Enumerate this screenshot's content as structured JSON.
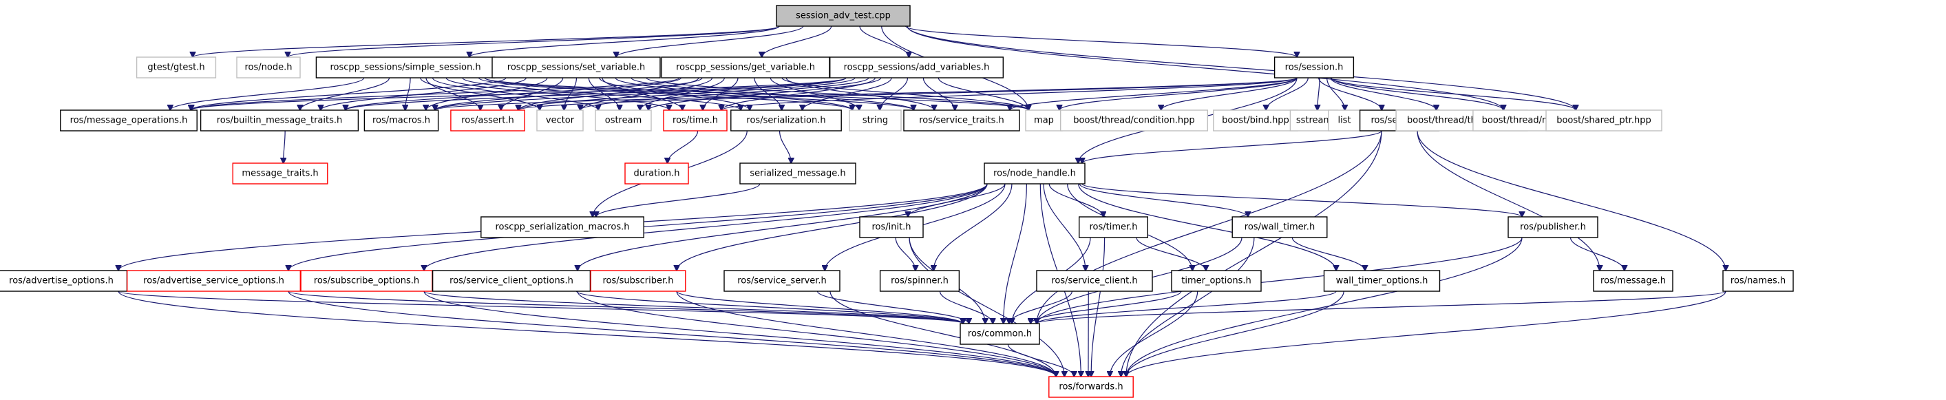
{
  "diagram": {
    "title": "session_adv_test.cpp",
    "type": "include-dependency-graph",
    "colors": {
      "edge": "#191970",
      "root_fill": "#bfbfbf",
      "documented_border": "#000000",
      "undocumented_border": "#ff0000",
      "external_border": "#bfbfbf"
    },
    "nodes": [
      {
        "id": "root",
        "label": "session_adv_test.cpp",
        "kind": "root"
      },
      {
        "id": "gtest",
        "label": "gtest/gtest.h",
        "kind": "external"
      },
      {
        "id": "rosnode",
        "label": "ros/node.h",
        "kind": "external"
      },
      {
        "id": "simple_session",
        "label": "roscpp_sessions/simple_session.h",
        "kind": "documented"
      },
      {
        "id": "set_variable",
        "label": "roscpp_sessions/set_variable.h",
        "kind": "documented"
      },
      {
        "id": "get_variable",
        "label": "roscpp_sessions/get_variable.h",
        "kind": "documented"
      },
      {
        "id": "add_variables",
        "label": "roscpp_sessions/add_variables.h",
        "kind": "documented"
      },
      {
        "id": "session",
        "label": "ros/session.h",
        "kind": "documented"
      },
      {
        "id": "message_operations",
        "label": "ros/message_operations.h",
        "kind": "documented"
      },
      {
        "id": "builtin_message_traits",
        "label": "ros/builtin_message_traits.h",
        "kind": "documented"
      },
      {
        "id": "macros",
        "label": "ros/macros.h",
        "kind": "documented"
      },
      {
        "id": "assert",
        "label": "ros/assert.h",
        "kind": "undocumented"
      },
      {
        "id": "vector",
        "label": "vector",
        "kind": "external"
      },
      {
        "id": "ostream",
        "label": "ostream",
        "kind": "external"
      },
      {
        "id": "time",
        "label": "ros/time.h",
        "kind": "undocumented"
      },
      {
        "id": "serialization",
        "label": "ros/serialization.h",
        "kind": "documented"
      },
      {
        "id": "string",
        "label": "string",
        "kind": "external"
      },
      {
        "id": "service_traits",
        "label": "ros/service_traits.h",
        "kind": "documented"
      },
      {
        "id": "map",
        "label": "map",
        "kind": "external"
      },
      {
        "id": "condition",
        "label": "boost/thread/condition.hpp",
        "kind": "external"
      },
      {
        "id": "bind",
        "label": "boost/bind.hpp",
        "kind": "external"
      },
      {
        "id": "sstream",
        "label": "sstream",
        "kind": "external"
      },
      {
        "id": "list",
        "label": "list",
        "kind": "external"
      },
      {
        "id": "service",
        "label": "ros/service.h",
        "kind": "documented"
      },
      {
        "id": "thread",
        "label": "boost/thread/thread.hpp",
        "kind": "external"
      },
      {
        "id": "mutex",
        "label": "boost/thread/mutex.hpp",
        "kind": "external"
      },
      {
        "id": "shared_ptr",
        "label": "boost/shared_ptr.hpp",
        "kind": "external"
      },
      {
        "id": "message_traits",
        "label": "message_traits.h",
        "kind": "undocumented"
      },
      {
        "id": "duration",
        "label": "duration.h",
        "kind": "undocumented"
      },
      {
        "id": "serialized_message",
        "label": "serialized_message.h",
        "kind": "documented"
      },
      {
        "id": "node_handle",
        "label": "ros/node_handle.h",
        "kind": "documented"
      },
      {
        "id": "serialization_macros",
        "label": "roscpp_serialization_macros.h",
        "kind": "documented"
      },
      {
        "id": "init",
        "label": "ros/init.h",
        "kind": "documented"
      },
      {
        "id": "timer",
        "label": "ros/timer.h",
        "kind": "documented"
      },
      {
        "id": "wall_timer",
        "label": "ros/wall_timer.h",
        "kind": "documented"
      },
      {
        "id": "publisher",
        "label": "ros/publisher.h",
        "kind": "documented"
      },
      {
        "id": "advertise_options",
        "label": "ros/advertise_options.h",
        "kind": "documented"
      },
      {
        "id": "advertise_service_options",
        "label": "ros/advertise_service_options.h",
        "kind": "undocumented"
      },
      {
        "id": "subscribe_options",
        "label": "ros/subscribe_options.h",
        "kind": "undocumented"
      },
      {
        "id": "service_client_options",
        "label": "ros/service_client_options.h",
        "kind": "documented"
      },
      {
        "id": "subscriber",
        "label": "ros/subscriber.h",
        "kind": "undocumented"
      },
      {
        "id": "service_server",
        "label": "ros/service_server.h",
        "kind": "documented"
      },
      {
        "id": "spinner",
        "label": "ros/spinner.h",
        "kind": "documented"
      },
      {
        "id": "service_client",
        "label": "ros/service_client.h",
        "kind": "documented"
      },
      {
        "id": "timer_options",
        "label": "timer_options.h",
        "kind": "documented"
      },
      {
        "id": "wall_timer_options",
        "label": "wall_timer_options.h",
        "kind": "documented"
      },
      {
        "id": "message",
        "label": "ros/message.h",
        "kind": "documented"
      },
      {
        "id": "names",
        "label": "ros/names.h",
        "kind": "documented"
      },
      {
        "id": "common",
        "label": "ros/common.h",
        "kind": "documented"
      },
      {
        "id": "forwards",
        "label": "ros/forwards.h",
        "kind": "undocumented"
      }
    ],
    "edges": [
      [
        "root",
        "gtest"
      ],
      [
        "root",
        "rosnode"
      ],
      [
        "root",
        "simple_session"
      ],
      [
        "root",
        "set_variable"
      ],
      [
        "root",
        "get_variable"
      ],
      [
        "root",
        "add_variables"
      ],
      [
        "root",
        "map"
      ],
      [
        "root",
        "session"
      ],
      [
        "root",
        "mutex"
      ],
      [
        "root",
        "shared_ptr"
      ],
      [
        "simple_session",
        "message_operations"
      ],
      [
        "simple_session",
        "builtin_message_traits"
      ],
      [
        "simple_session",
        "macros"
      ],
      [
        "simple_session",
        "assert"
      ],
      [
        "simple_session",
        "vector"
      ],
      [
        "simple_session",
        "ostream"
      ],
      [
        "simple_session",
        "time"
      ],
      [
        "simple_session",
        "serialization"
      ],
      [
        "simple_session",
        "string"
      ],
      [
        "simple_session",
        "service_traits"
      ],
      [
        "simple_session",
        "map"
      ],
      [
        "set_variable",
        "message_operations"
      ],
      [
        "set_variable",
        "builtin_message_traits"
      ],
      [
        "set_variable",
        "macros"
      ],
      [
        "set_variable",
        "assert"
      ],
      [
        "set_variable",
        "vector"
      ],
      [
        "set_variable",
        "ostream"
      ],
      [
        "set_variable",
        "time"
      ],
      [
        "set_variable",
        "serialization"
      ],
      [
        "set_variable",
        "string"
      ],
      [
        "set_variable",
        "service_traits"
      ],
      [
        "set_variable",
        "map"
      ],
      [
        "get_variable",
        "message_operations"
      ],
      [
        "get_variable",
        "builtin_message_traits"
      ],
      [
        "get_variable",
        "macros"
      ],
      [
        "get_variable",
        "assert"
      ],
      [
        "get_variable",
        "vector"
      ],
      [
        "get_variable",
        "ostream"
      ],
      [
        "get_variable",
        "time"
      ],
      [
        "get_variable",
        "serialization"
      ],
      [
        "get_variable",
        "string"
      ],
      [
        "get_variable",
        "service_traits"
      ],
      [
        "get_variable",
        "map"
      ],
      [
        "add_variables",
        "message_operations"
      ],
      [
        "add_variables",
        "builtin_message_traits"
      ],
      [
        "add_variables",
        "macros"
      ],
      [
        "add_variables",
        "assert"
      ],
      [
        "add_variables",
        "vector"
      ],
      [
        "add_variables",
        "ostream"
      ],
      [
        "add_variables",
        "time"
      ],
      [
        "add_variables",
        "serialization"
      ],
      [
        "add_variables",
        "string"
      ],
      [
        "add_variables",
        "service_traits"
      ],
      [
        "add_variables",
        "map"
      ],
      [
        "session",
        "macros"
      ],
      [
        "session",
        "assert"
      ],
      [
        "session",
        "time"
      ],
      [
        "session",
        "service_traits"
      ],
      [
        "session",
        "map"
      ],
      [
        "session",
        "condition"
      ],
      [
        "session",
        "bind"
      ],
      [
        "session",
        "sstream"
      ],
      [
        "session",
        "list"
      ],
      [
        "session",
        "service"
      ],
      [
        "session",
        "thread"
      ],
      [
        "session",
        "mutex"
      ],
      [
        "session",
        "shared_ptr"
      ],
      [
        "session",
        "node_handle"
      ],
      [
        "builtin_message_traits",
        "message_traits"
      ],
      [
        "time",
        "duration"
      ],
      [
        "serialization",
        "serialized_message"
      ],
      [
        "serialization",
        "serialization_macros"
      ],
      [
        "serialized_message",
        "serialization_macros"
      ],
      [
        "service",
        "node_handle"
      ],
      [
        "service",
        "message"
      ],
      [
        "service",
        "names"
      ],
      [
        "service",
        "common"
      ],
      [
        "service",
        "forwards"
      ],
      [
        "node_handle",
        "advertise_options"
      ],
      [
        "node_handle",
        "advertise_service_options"
      ],
      [
        "node_handle",
        "subscribe_options"
      ],
      [
        "node_handle",
        "service_client_options"
      ],
      [
        "node_handle",
        "subscriber"
      ],
      [
        "node_handle",
        "service_server"
      ],
      [
        "node_handle",
        "init"
      ],
      [
        "node_handle",
        "spinner"
      ],
      [
        "node_handle",
        "common"
      ],
      [
        "node_handle",
        "service_client"
      ],
      [
        "node_handle",
        "timer"
      ],
      [
        "node_handle",
        "timer_options"
      ],
      [
        "node_handle",
        "wall_timer"
      ],
      [
        "node_handle",
        "wall_timer_options"
      ],
      [
        "node_handle",
        "publisher"
      ],
      [
        "node_handle",
        "forwards"
      ],
      [
        "init",
        "spinner"
      ],
      [
        "init",
        "common"
      ],
      [
        "init",
        "forwards"
      ],
      [
        "timer",
        "timer_options"
      ],
      [
        "timer",
        "common"
      ],
      [
        "timer",
        "forwards"
      ],
      [
        "wall_timer",
        "wall_timer_options"
      ],
      [
        "wall_timer",
        "common"
      ],
      [
        "wall_timer",
        "forwards"
      ],
      [
        "publisher",
        "message"
      ],
      [
        "publisher",
        "common"
      ],
      [
        "publisher",
        "forwards"
      ],
      [
        "advertise_options",
        "common"
      ],
      [
        "advertise_options",
        "forwards"
      ],
      [
        "advertise_service_options",
        "common"
      ],
      [
        "advertise_service_options",
        "forwards"
      ],
      [
        "subscribe_options",
        "common"
      ],
      [
        "subscribe_options",
        "forwards"
      ],
      [
        "service_client_options",
        "common"
      ],
      [
        "service_client_options",
        "forwards"
      ],
      [
        "subscriber",
        "common"
      ],
      [
        "subscriber",
        "forwards"
      ],
      [
        "service_server",
        "common"
      ],
      [
        "service_server",
        "forwards"
      ],
      [
        "spinner",
        "common"
      ],
      [
        "service_client",
        "common"
      ],
      [
        "service_client",
        "forwards"
      ],
      [
        "timer_options",
        "common"
      ],
      [
        "timer_options",
        "forwards"
      ],
      [
        "wall_timer_options",
        "common"
      ],
      [
        "wall_timer_options",
        "forwards"
      ],
      [
        "names",
        "common"
      ],
      [
        "names",
        "forwards"
      ],
      [
        "common",
        "forwards"
      ]
    ]
  }
}
